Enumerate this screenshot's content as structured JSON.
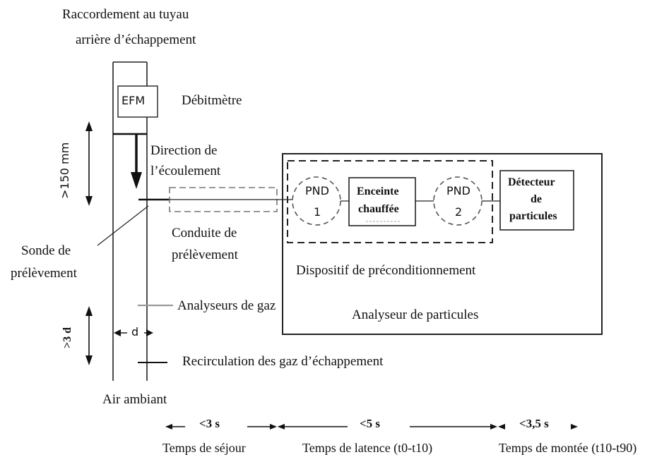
{
  "labels": {
    "connection": [
      "Raccordement au tuyau",
      "arrière d’échappement"
    ],
    "flowmeter_box": "EFM",
    "flowmeter": "Débitmètre",
    "upstream_distance": ">150 mm",
    "flow_direction": [
      "Direction de",
      "l’écoulement"
    ],
    "sampling_line": [
      "Conduite de",
      "prélèvement"
    ],
    "sampling_probe": [
      "Sonde de",
      "prélèvement"
    ],
    "pnd1": [
      "PND",
      "1"
    ],
    "heated_chamber": [
      "Enceinte",
      "chauffée"
    ],
    "pnd2": [
      "PND",
      "2"
    ],
    "detector": [
      "Détecteur",
      "de",
      "particules"
    ],
    "preconditioning": "Dispositif de préconditionnement",
    "particle_analyzer": "Analyseur de particules",
    "gas_analyzers": "Analyseurs de gaz",
    "downstream_distance": ">3 d",
    "diameter": "d",
    "egr": "Recirculation des gaz d’échappement",
    "ambient_air": "Air ambiant",
    "time_residence_value": "<3 s",
    "time_latency_value": "<5 s",
    "time_rise_value": "<3,5 s",
    "time_residence": "Temps de séjour",
    "time_latency": "Temps de latence (t0-t10)",
    "time_rise": "Temps de montée (t10-t90)"
  }
}
